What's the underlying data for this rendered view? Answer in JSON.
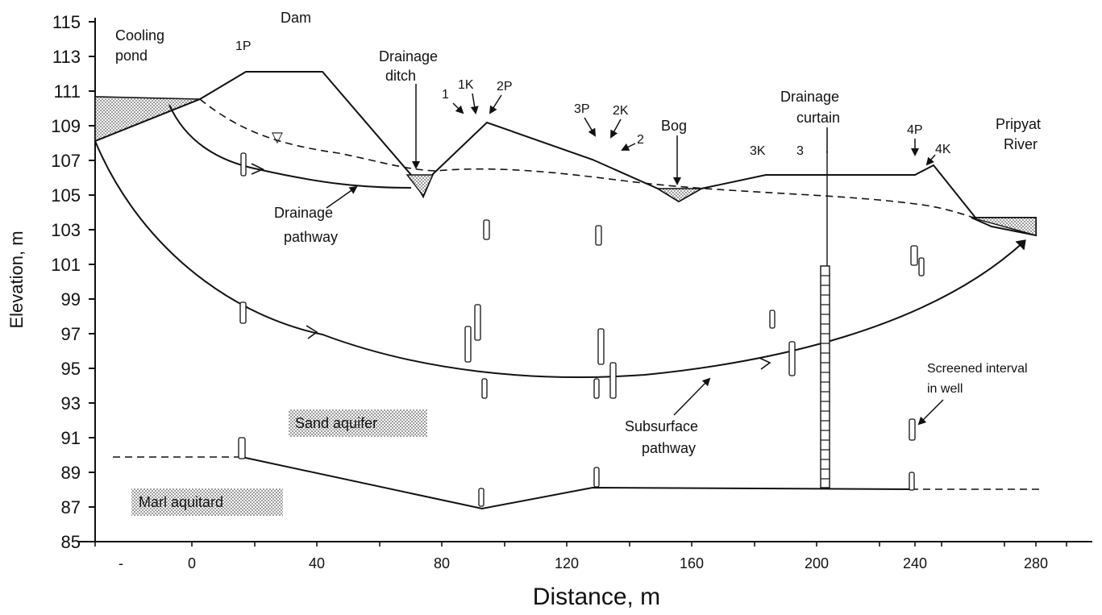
{
  "axes": {
    "y_title": "Elevation, m",
    "x_title": "Distance, m",
    "y_ticks": [
      "115",
      "113",
      "111",
      "109",
      "107",
      "105",
      "103",
      "101",
      "99",
      "97",
      "95",
      "93",
      "91",
      "89",
      "87",
      "85"
    ],
    "x_ticks": [
      "-",
      "0",
      "40",
      "80",
      "120",
      "160",
      "200",
      "240",
      "280"
    ]
  },
  "labels": {
    "cooling_pond_1": "Cooling",
    "cooling_pond_2": "pond",
    "dam": "Dam",
    "w1P": "1P",
    "drainage_ditch_1": "Drainage",
    "drainage_ditch_2": "ditch",
    "w1": "1",
    "w1K": "1K",
    "w2P": "2P",
    "w3P": "3P",
    "w2K": "2K",
    "w2": "2",
    "bog": "Bog",
    "drainage_curtain_1": "Drainage",
    "drainage_curtain_2": "curtain",
    "w3K": "3K",
    "w3": "3",
    "w4P": "4P",
    "w4K": "4K",
    "pripyat_1": "Pripyat",
    "pripyat_2": "River",
    "drainage_pathway_1": "Drainage",
    "drainage_pathway_2": "pathway",
    "sand_aquifer": "Sand aquifer",
    "marl_aquitard": "Marl aquitard",
    "subsurface_pathway_1": "Subsurface",
    "subsurface_pathway_2": "pathway",
    "screened_1": "Screened interval",
    "screened_2": "in well"
  },
  "legend_symbols": {
    "water_table": "▽"
  }
}
